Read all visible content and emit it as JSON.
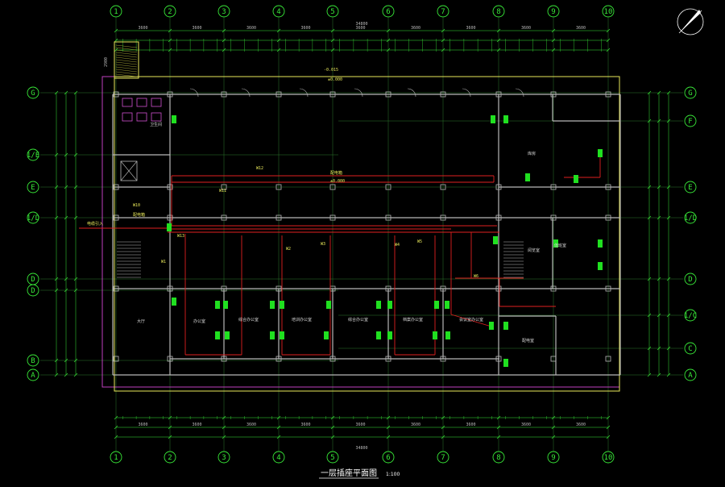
{
  "colors": {
    "background": "#000000",
    "axis": "#38e838",
    "wall": "#b8b8b8",
    "wiring": "#e02020",
    "outline": "#e8e85a",
    "boundary": "#c040c0",
    "socket": "#20e020"
  },
  "grid": {
    "columns": [
      "1",
      "2",
      "3",
      "4",
      "5",
      "6",
      "7",
      "8",
      "9",
      "10"
    ],
    "rows_left": [
      "G",
      "1/E",
      "E",
      "1/D",
      "D",
      "D",
      "B",
      "A"
    ],
    "rows_right": [
      "G",
      "F",
      "E",
      "1/D",
      "D",
      "1/C",
      "C",
      "A"
    ]
  },
  "dimensions": {
    "total_width": "34800",
    "bay": "3600"
  },
  "labels": {
    "level_top": "-0.015",
    "level_top2": "±0.000",
    "level_center": "±0.000",
    "center_tag": "配电箱",
    "panel_label": "配电箱",
    "cable_entry": "电缆引入",
    "left_height": "2900",
    "wm": [
      "W12",
      "W11",
      "W10",
      "W13",
      "W1",
      "W2",
      "W3",
      "W4",
      "W5",
      "W6"
    ]
  },
  "rooms": [
    "大厅",
    "办公室",
    "综合办公室",
    "培训办公室",
    "综合办公室",
    "档案办公室",
    "会议室办公室",
    "库房",
    "阅览室",
    "配电室",
    "值班室",
    "卫生间"
  ],
  "title": {
    "text": "一层插座平面图",
    "scale": "1:100"
  }
}
